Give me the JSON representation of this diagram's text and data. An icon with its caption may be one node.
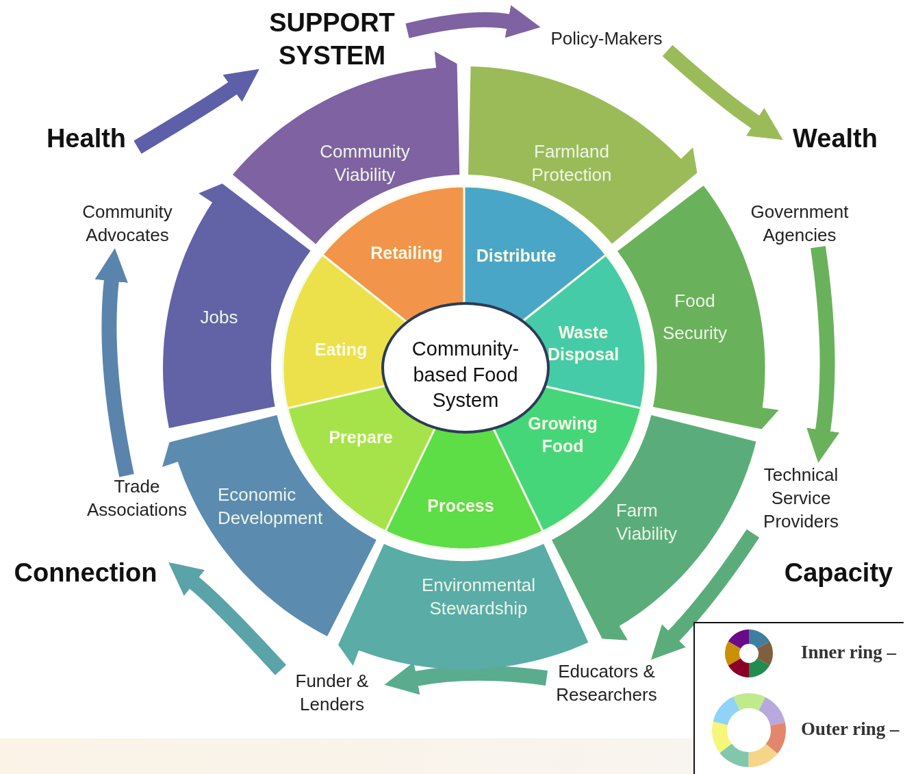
{
  "diagram": {
    "nodes": [
      {
        "text": [
          "SUPPORT SYSTEM"
        ]
      },
      {
        "text": [
          "Policy-Makers"
        ]
      },
      {
        "text": [
          "Health"
        ]
      },
      {
        "text": [
          "Wealth"
        ]
      },
      {
        "text": [
          "Community Viability"
        ]
      },
      {
        "text": [
          "Farmland Protection"
        ]
      },
      {
        "text": [
          "Community Advocates"
        ]
      },
      {
        "text": [
          "Government Agencies"
        ]
      },
      {
        "text": [
          "Retailing"
        ]
      },
      {
        "text": [
          "Distribute"
        ]
      },
      {
        "text": [
          "Jobs"
        ]
      },
      {
        "text": [
          "Food Security"
        ]
      },
      {
        "text": [
          "Eating"
        ]
      },
      {
        "text": [
          "Community-based Food System"
        ]
      },
      {
        "text": [
          "Waste Disposal"
        ]
      },
      {
        "text": [
          "Prepare"
        ]
      },
      {
        "text": [
          "Growing Food"
        ]
      },
      {
        "text": [
          "Trade Associations"
        ]
      },
      {
        "text": [
          "Technical Service Providers"
        ]
      },
      {
        "text": [
          "Economic Development"
        ]
      },
      {
        "text": [
          "Process"
        ]
      },
      {
        "text": [
          "Farm Viability"
        ]
      },
      {
        "text": [
          "Connection"
        ]
      },
      {
        "text": [
          "Environmental Stewardship"
        ]
      },
      {
        "text": [
          "Educators & Researchers"
        ]
      },
      {
        "text": [
          "Funder & Lenders"
        ]
      }
    ],
    "edges": [
      {
        "from": 0,
        "to": 1,
        "arrow": "to",
        "color": "#7f62a1"
      },
      {
        "from": 1,
        "to": 3,
        "arrow": "to",
        "color": "#9bbb59"
      },
      {
        "from": 7,
        "to": 18,
        "arrow": "to",
        "color": "#6ab15c"
      },
      {
        "from": 18,
        "to": 24,
        "arrow": "to",
        "color": "#5aad7a"
      },
      {
        "from": 24,
        "to": 25,
        "arrow": "to",
        "color": "#5aac8f"
      },
      {
        "from": 25,
        "to": 22,
        "arrow": "to",
        "color": "#5aa3a8"
      },
      {
        "from": 17,
        "to": 6,
        "arrow": "to",
        "color": "#5b84ad"
      },
      {
        "from": 2,
        "to": 0,
        "arrow": "to",
        "color": "#5d5fa8"
      }
    ],
    "labels": [
      "Capacity"
    ],
    "legend": [
      {
        "text": "Inner ring –"
      },
      {
        "text": "Outer ring –"
      }
    ]
  }
}
